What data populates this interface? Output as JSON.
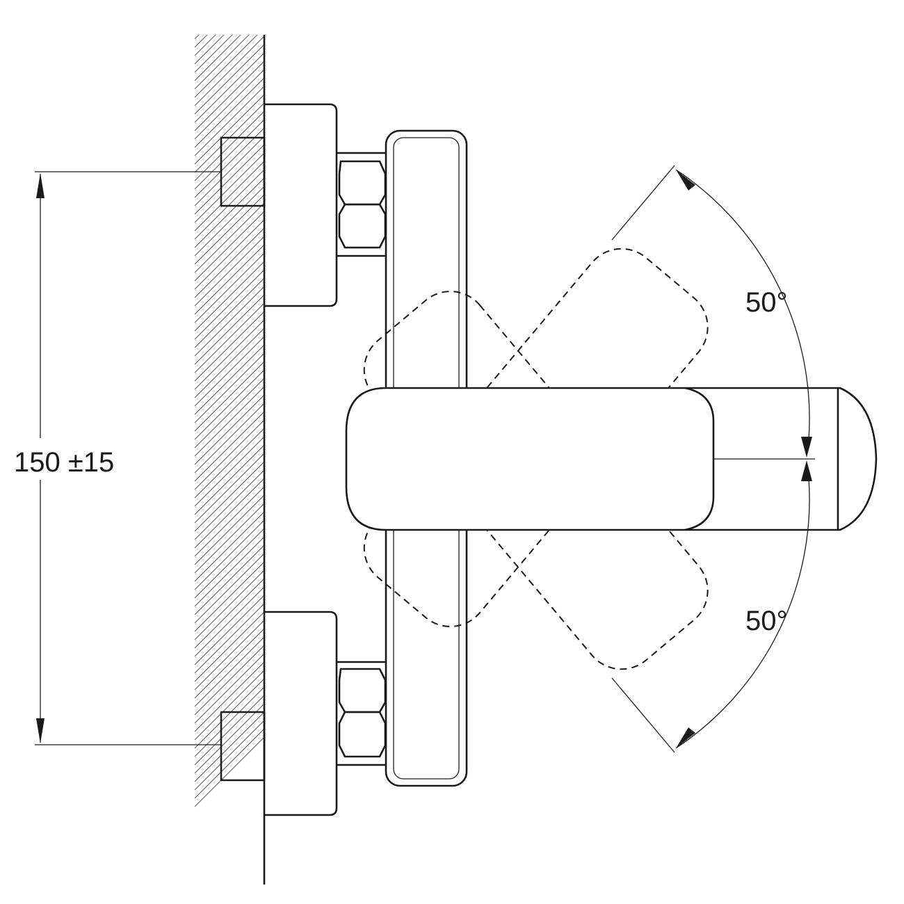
{
  "dimensions": {
    "spacing_label": "150 ±15",
    "angle_up_label": "50°",
    "angle_down_label": "50°"
  },
  "colors": {
    "line": "#1a1a1a",
    "hatch": "#555555",
    "background": "#ffffff"
  }
}
